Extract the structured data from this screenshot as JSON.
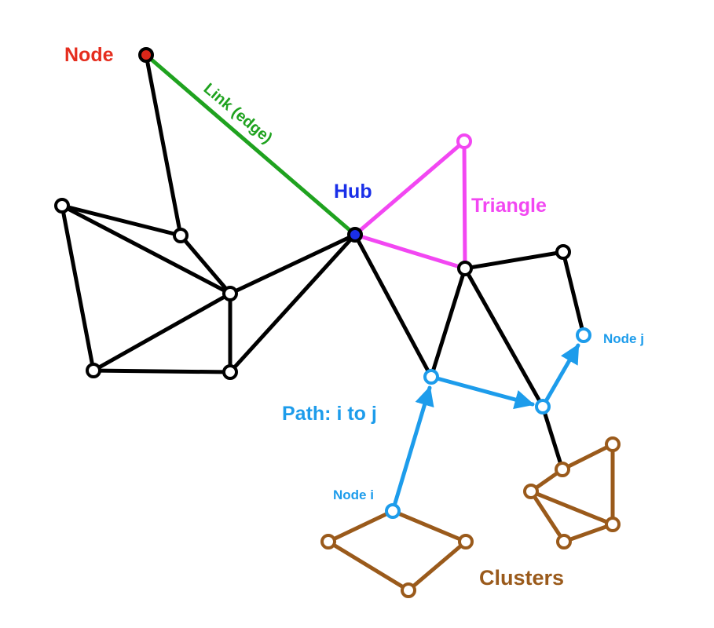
{
  "labels": {
    "node": "Node",
    "link": "Link (edge)",
    "hub": "Hub",
    "triangle": "Triangle",
    "path": "Path: i to j",
    "node_i": "Node i",
    "node_j": "Node j",
    "clusters": "Clusters"
  },
  "colors": {
    "node_highlight": "#d9271a",
    "link": "#1fa21f",
    "hub": "#1a2fe8",
    "triangle": "#f247f2",
    "path": "#1d9ceb",
    "clusters": "#9a5a1b",
    "default_edge": "#000000"
  }
}
